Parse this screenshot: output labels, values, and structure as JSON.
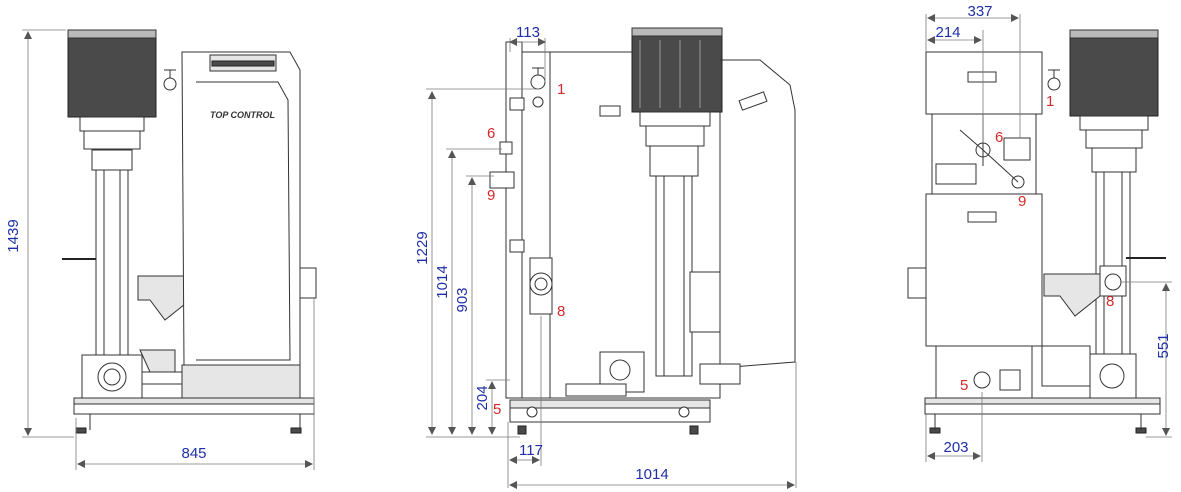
{
  "views": {
    "left": {
      "logo": "TOP CONTROL",
      "dims": {
        "height": "1439",
        "width": "845"
      }
    },
    "middle": {
      "dims": {
        "offset_top": "113",
        "h1229": "1229",
        "h1014": "1014",
        "h903": "903",
        "h204": "204",
        "offset_bottom": "117",
        "width": "1014"
      }
    },
    "right": {
      "dims": {
        "top_width": "337",
        "top_offset": "214",
        "height": "551",
        "bottom_offset": "203"
      }
    }
  },
  "callouts": [
    "1",
    "6",
    "9",
    "8",
    "5"
  ]
}
